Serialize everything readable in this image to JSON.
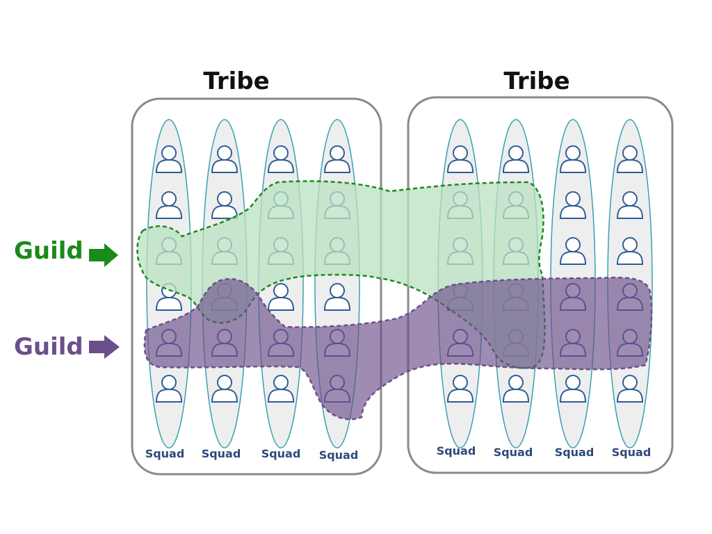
{
  "tribes": [
    {
      "title": "Tribe",
      "squads": [
        "Squad",
        "Squad",
        "Squad",
        "Squad"
      ]
    },
    {
      "title": "Tribe",
      "squads": [
        "Squad",
        "Squad",
        "Squad",
        "Squad"
      ]
    }
  ],
  "guilds": [
    {
      "label": "Guild",
      "color": "#1a8a1a",
      "fill": "#b9e0c2"
    },
    {
      "label": "Guild",
      "color": "#6b4f8a",
      "fill": "#8c6fa0"
    }
  ],
  "colors": {
    "tribe_border": "#8a8a8a",
    "squad_outline": "#3aa0b0",
    "squad_fill": "#eeeeee",
    "person_outline": "#2f5d95",
    "person_fill": "#ffffff"
  },
  "people_per_squad": 6,
  "icons": [
    "person-icon",
    "arrow-right-icon"
  ]
}
